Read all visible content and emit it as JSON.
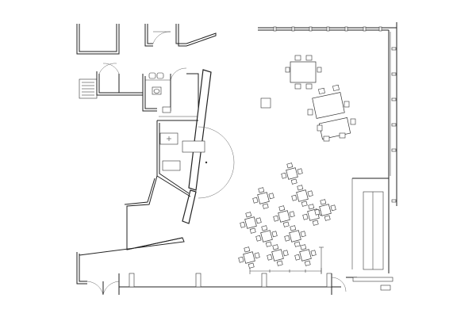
{
  "drawing": {
    "type": "architectural-floor-plan",
    "background": "#ffffff",
    "line_color": "#222222"
  },
  "furniture": {
    "table_pairs": 2,
    "four_top_tables": 1,
    "cafe_tables": 12,
    "booth_bench": 1
  }
}
